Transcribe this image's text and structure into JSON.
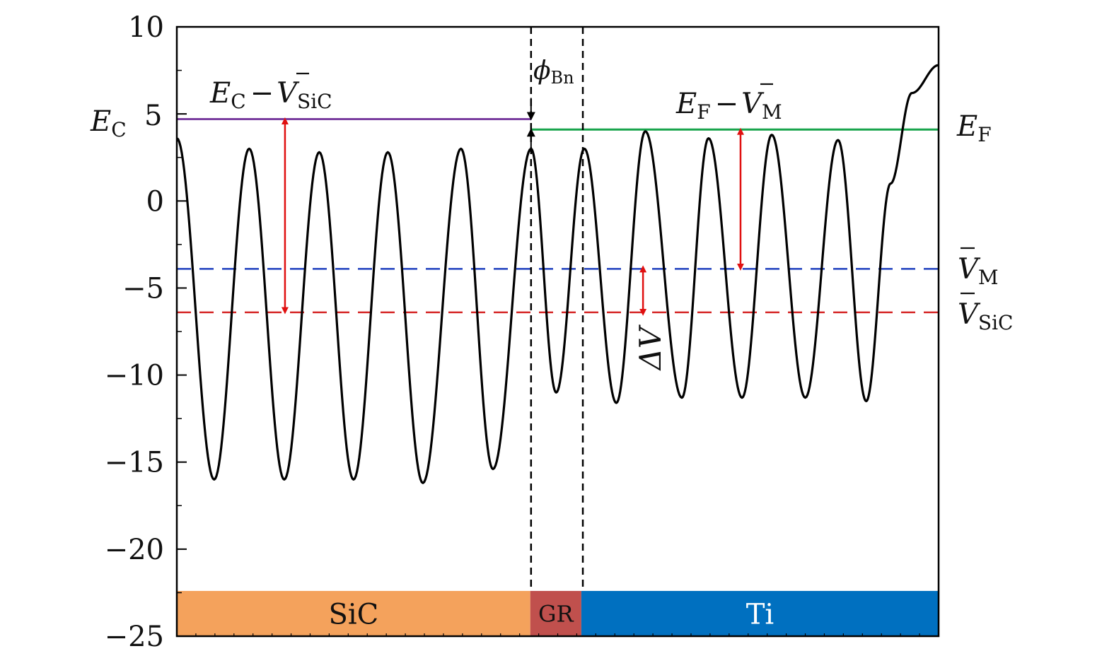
{
  "chart_data": {
    "type": "line",
    "title": "",
    "xlabel": "",
    "ylabel": "",
    "ylim": [
      -25,
      10
    ],
    "yticks": [
      10,
      5,
      0,
      -5,
      -10,
      -15,
      -20,
      -25
    ],
    "ytick_labels": [
      "10",
      "5",
      "0",
      "−5",
      "−10",
      "−15",
      "−20",
      "−25"
    ],
    "grid": false,
    "legend": "none",
    "colors": {
      "potential": "#000000",
      "ec_line": "#7b3fa0",
      "ef_line": "#17a34a",
      "vm_line": "#1f3fbf",
      "vsic_line": "#d62828",
      "arrow": "#e01010",
      "sic_band": "#f4a25c",
      "gr_band": "#c0504d",
      "ti_band": "#0070c0"
    },
    "potential_curve": {
      "x_range": [
        0,
        100
      ],
      "extrema": [
        {
          "x": 0.0,
          "y": 3.6
        },
        {
          "x": 4.9,
          "y": -16.0
        },
        {
          "x": 9.5,
          "y": 3.0
        },
        {
          "x": 14.1,
          "y": -16.0
        },
        {
          "x": 18.7,
          "y": 2.8
        },
        {
          "x": 23.2,
          "y": -16.0
        },
        {
          "x": 27.7,
          "y": 2.8
        },
        {
          "x": 32.3,
          "y": -16.2
        },
        {
          "x": 37.3,
          "y": 3.0
        },
        {
          "x": 41.5,
          "y": -15.4
        },
        {
          "x": 46.5,
          "y": 3.0
        },
        {
          "x": 49.8,
          "y": -11.0
        },
        {
          "x": 53.5,
          "y": 3.0
        },
        {
          "x": 57.7,
          "y": -11.6
        },
        {
          "x": 61.5,
          "y": 4.0
        },
        {
          "x": 66.3,
          "y": -11.3
        },
        {
          "x": 69.8,
          "y": 3.6
        },
        {
          "x": 74.2,
          "y": -11.3
        },
        {
          "x": 78.1,
          "y": 3.8
        },
        {
          "x": 82.5,
          "y": -11.3
        },
        {
          "x": 86.8,
          "y": 3.5
        },
        {
          "x": 90.5,
          "y": -11.5
        },
        {
          "x": 93.7,
          "y": 1.0
        },
        {
          "x": 96.5,
          "y": 6.2
        },
        {
          "x": 100.0,
          "y": 7.8
        }
      ]
    },
    "levels": {
      "ec": {
        "y": 4.7,
        "x_range": [
          0,
          46.5
        ]
      },
      "ef": {
        "y": 4.1,
        "x_range": [
          46.5,
          100
        ]
      },
      "vm": {
        "y": -3.9
      },
      "vsic": {
        "y": -6.4
      }
    },
    "arrows": [
      {
        "x": 14.2,
        "y_range": [
          4.6,
          -6.3
        ]
      },
      {
        "x": 74.0,
        "y_range": [
          4.0,
          -3.8
        ]
      },
      {
        "x": 61.2,
        "y_range": [
          -3.9,
          -6.4
        ]
      }
    ],
    "phi_arrow": {
      "x": 46.5,
      "y_range": [
        4.7,
        4.1
      ]
    },
    "interfaces": [
      46.5,
      53.3
    ],
    "regions": [
      {
        "label": "SiC",
        "x_range": [
          0,
          46.4
        ]
      },
      {
        "label": "GR",
        "x_range": [
          46.4,
          53.1
        ]
      },
      {
        "label": "Ti",
        "x_range": [
          53.1,
          100
        ]
      }
    ],
    "region_y_range": [
      -25,
      -22.4
    ],
    "labels": {
      "ec_left": {
        "main": "E",
        "sub": "C",
        "value": "5"
      },
      "ef_right": {
        "main": "E",
        "sub": "F"
      },
      "ec_minus_vsic": {
        "e": "E",
        "e_sub": "C",
        "minus": "−",
        "v": "V",
        "v_sub": "SiC"
      },
      "ef_minus_vm": {
        "e": "E",
        "e_sub": "F",
        "minus": "−",
        "v": "V",
        "v_sub": "M"
      },
      "phi": {
        "main": "ϕ",
        "sub": "Bn"
      },
      "vm_right": {
        "main": "V",
        "sub": "M"
      },
      "vsic_right": {
        "main": "V",
        "sub": "SiC"
      },
      "delta_v": "ΔV"
    }
  }
}
